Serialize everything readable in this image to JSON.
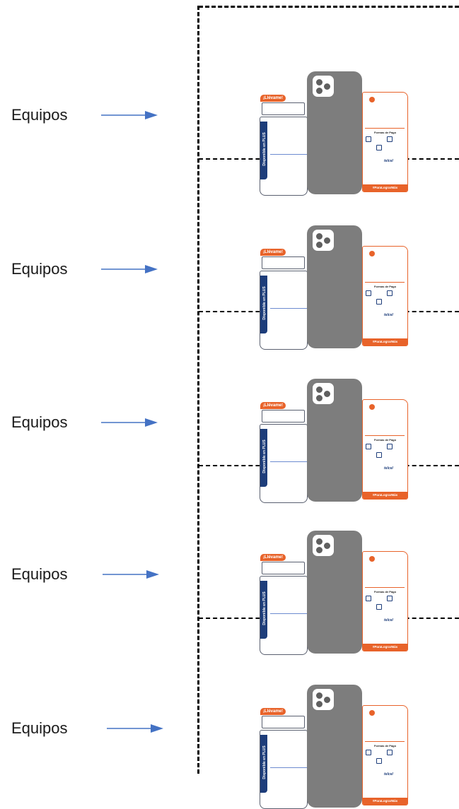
{
  "rows": [
    {
      "label": "Equipos"
    },
    {
      "label": "Equipos"
    },
    {
      "label": "Equipos"
    },
    {
      "label": "Equipos"
    },
    {
      "label": "Equipos"
    }
  ],
  "unit": {
    "tag_text": "¡Llévame!",
    "band_text": "Disponible en PLUS",
    "payment_title": "Formas de Pago",
    "carrier_text": "telcel",
    "footer_text": "#ParaLograrMás"
  },
  "colors": {
    "arrow": "#4472c4",
    "accent": "#e8632a",
    "navy": "#1d3d7a",
    "phone": "#7d7d7d"
  }
}
